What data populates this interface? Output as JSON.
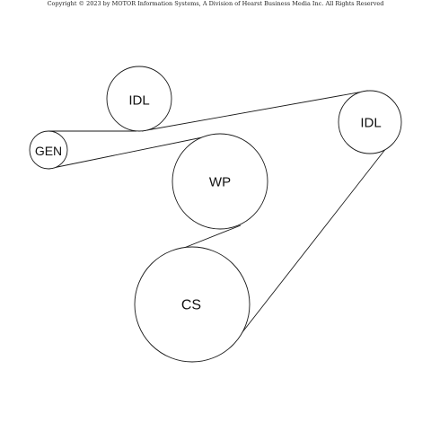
{
  "copyright": "Copyright © 2023 by MOTOR Information Systems, A Division of Hearst Business Media Inc. All Rights Reserved",
  "pulleys": {
    "idl_top": "IDL",
    "gen": "GEN",
    "idl_right": "IDL",
    "wp": "WP",
    "cs": "CS"
  }
}
